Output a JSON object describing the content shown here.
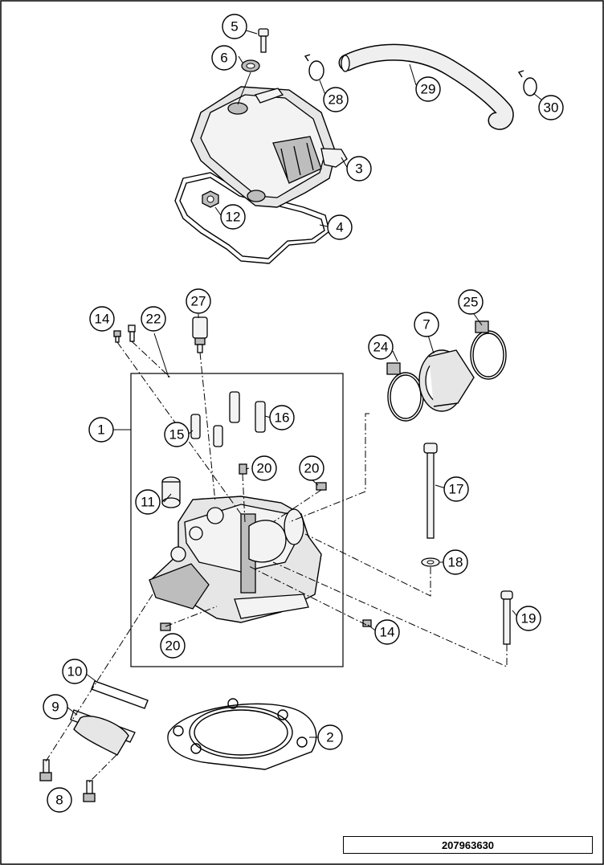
{
  "drawing_number": "207963630",
  "callouts": {
    "c1": "1",
    "c2": "2",
    "c3": "3",
    "c4": "4",
    "c5": "5",
    "c6": "6",
    "c7": "7",
    "c8": "8",
    "c9": "9",
    "c10": "10",
    "c11": "11",
    "c12": "12",
    "c14a": "14",
    "c14b": "14",
    "c15": "15",
    "c16": "16",
    "c17": "17",
    "c18": "18",
    "c19": "19",
    "c20a": "20",
    "c20b": "20",
    "c20c": "20",
    "c22": "22",
    "c24": "24",
    "c25": "25",
    "c27": "27",
    "c28": "28",
    "c29": "29",
    "c30": "30"
  }
}
